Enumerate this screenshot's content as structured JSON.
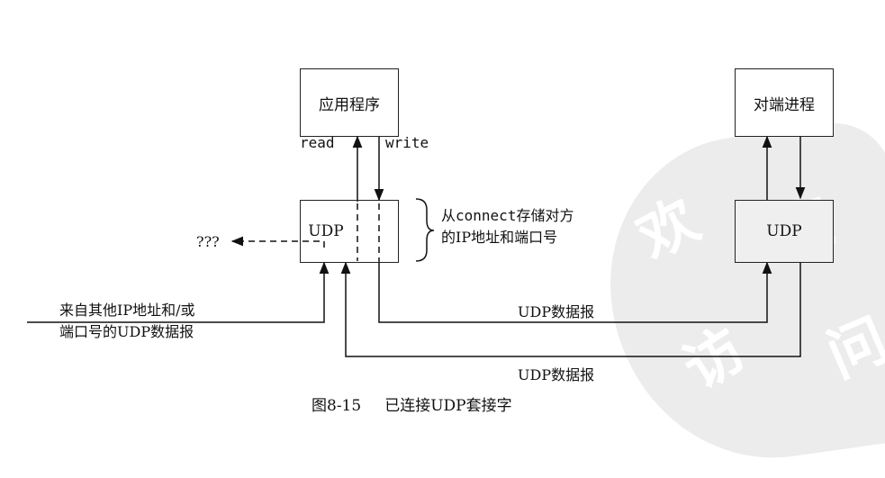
{
  "boxes": {
    "app": "应用程序",
    "peer": "对端进程",
    "udp_left": "UDP",
    "udp_right": "UDP"
  },
  "labels": {
    "read": "read",
    "write": "write",
    "unknown": "???",
    "brace_line1_pre": "从",
    "brace_line1_code": "connect",
    "brace_line1_post": "存储对方",
    "brace_line2": "的IP地址和端口号",
    "incoming_line1": "来自其他IP地址和/或",
    "incoming_line2": "端口号的UDP数据报",
    "datagram_top": "UDP数据报",
    "datagram_bottom": "UDP数据报"
  },
  "caption": {
    "number": "图8-15",
    "title": "已连接UDP套接字"
  },
  "watermark": {
    "glyphs": [
      "欢",
      "迎",
      "访",
      "问"
    ],
    "color": "#ececec"
  }
}
